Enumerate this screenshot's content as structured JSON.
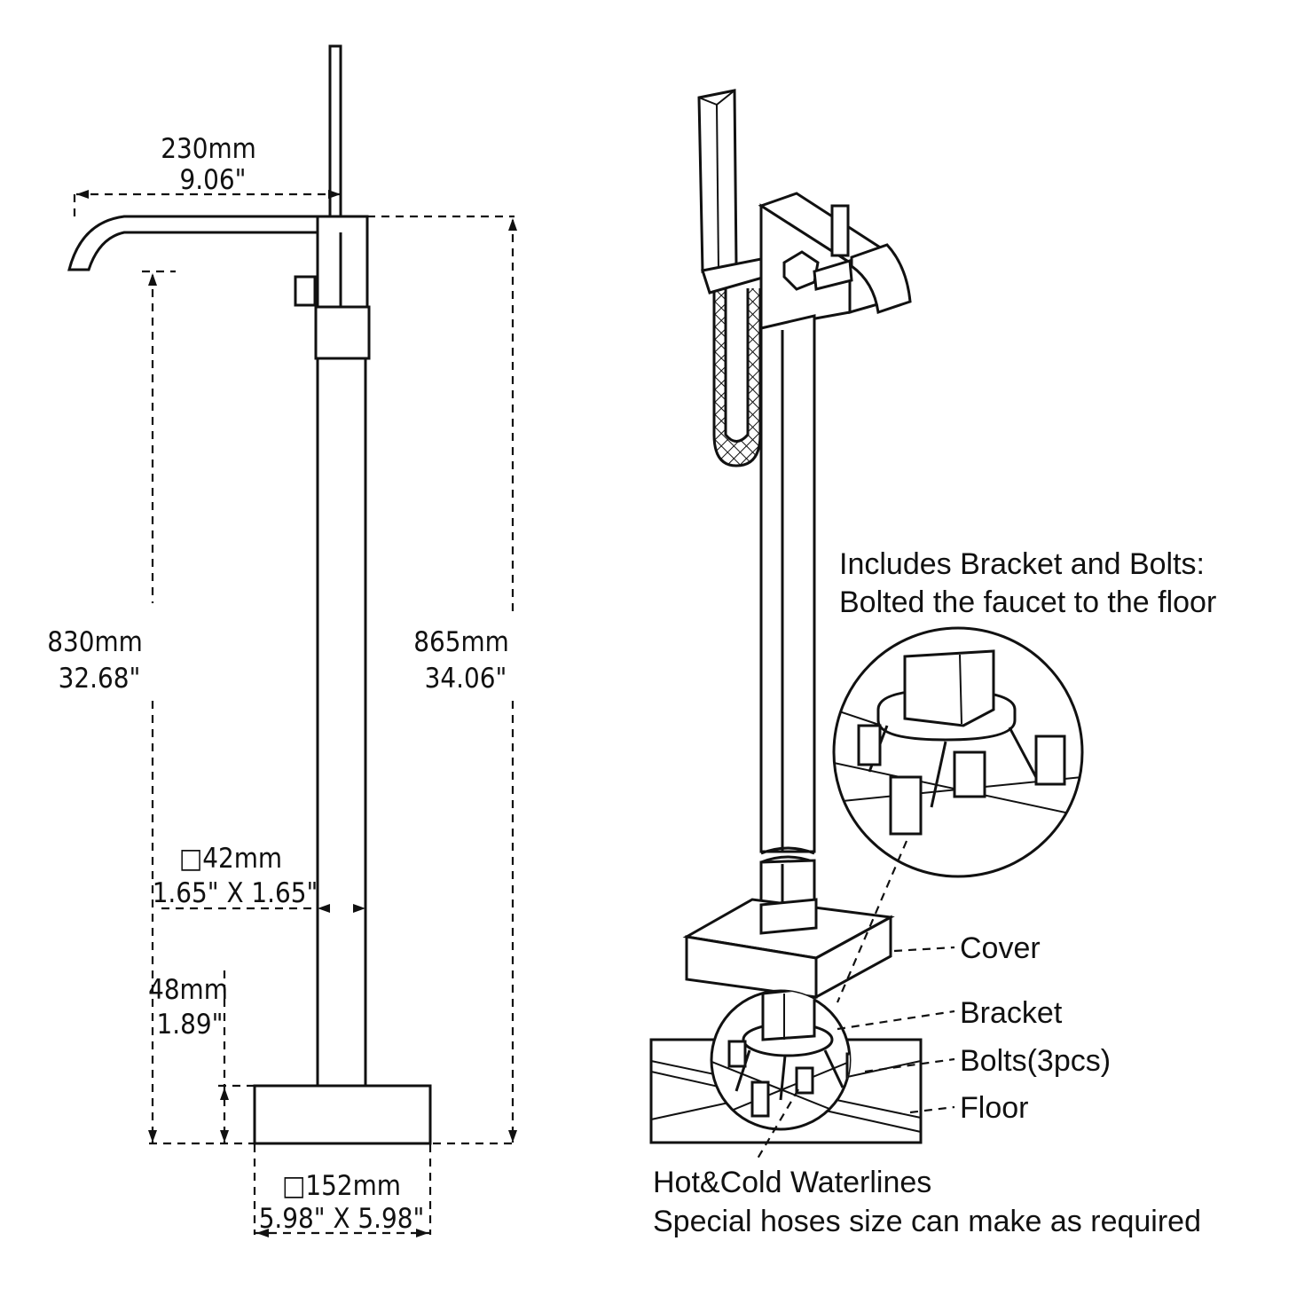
{
  "dimensions": {
    "spout_reach": {
      "mm": "230mm",
      "inch": "9.06\""
    },
    "spout_height": {
      "mm": "830mm",
      "inch": "32.68\""
    },
    "total_height": {
      "mm": "865mm",
      "inch": "34.06\""
    },
    "pipe_size": {
      "mm": "□42mm",
      "inch": "1.65\" X  1.65\""
    },
    "base_height": {
      "mm": "48mm",
      "inch": "1.89\""
    },
    "base_size": {
      "mm": "□152mm",
      "inch": "5.98\" X  5.98\""
    }
  },
  "notes": {
    "bracket_line1": "Includes Bracket and Bolts:",
    "bracket_line2": "Bolted the faucet to the floor",
    "waterlines_line1": "Hot&Cold Waterlines",
    "waterlines_line2": "Special hoses size can make as required"
  },
  "labels": {
    "cover": "Cover",
    "bracket": "Bracket",
    "bolts": "Bolts(3pcs)",
    "floor": "Floor"
  }
}
